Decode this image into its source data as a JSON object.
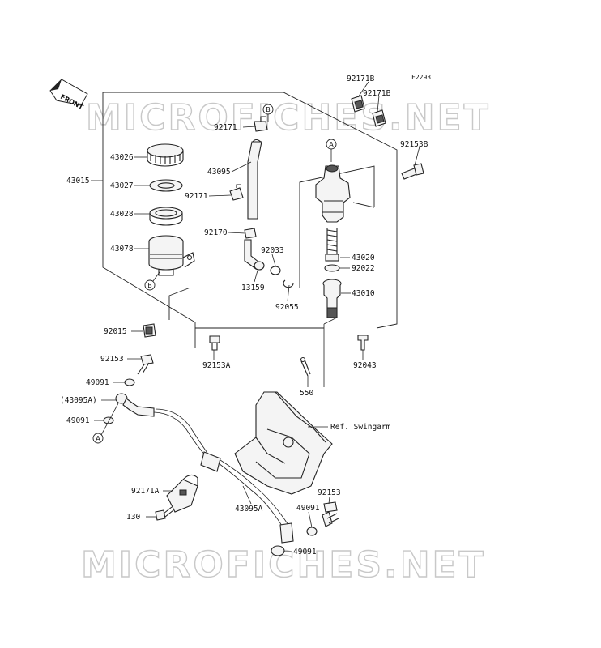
{
  "figure_code": "F2293",
  "front_label": "FRONT",
  "watermark": "MICROFICHES.NET",
  "ref_label": "Ref. Swingarm",
  "callouts": {
    "a": "A",
    "b": "B"
  },
  "parts": [
    {
      "id": "92171B_1",
      "label": "92171B"
    },
    {
      "id": "92171B_2",
      "label": "92171B"
    },
    {
      "id": "92171",
      "label": "92171"
    },
    {
      "id": "92153B",
      "label": "92153B"
    },
    {
      "id": "43026",
      "label": "43026"
    },
    {
      "id": "43095",
      "label": "43095"
    },
    {
      "id": "43015",
      "label": "43015"
    },
    {
      "id": "43027",
      "label": "43027"
    },
    {
      "id": "92171_2",
      "label": "92171"
    },
    {
      "id": "43028",
      "label": "43028"
    },
    {
      "id": "92170",
      "label": "92170"
    },
    {
      "id": "43078",
      "label": "43078"
    },
    {
      "id": "92033",
      "label": "92033"
    },
    {
      "id": "43020",
      "label": "43020"
    },
    {
      "id": "92022",
      "label": "92022"
    },
    {
      "id": "13159",
      "label": "13159"
    },
    {
      "id": "92055",
      "label": "92055"
    },
    {
      "id": "43010",
      "label": "43010"
    },
    {
      "id": "92015",
      "label": "92015"
    },
    {
      "id": "92153A",
      "label": "92153A"
    },
    {
      "id": "92043",
      "label": "92043"
    },
    {
      "id": "92153",
      "label": "92153"
    },
    {
      "id": "49091_1",
      "label": "49091"
    },
    {
      "id": "43095A_paren",
      "label": "(43095A)"
    },
    {
      "id": "49091_2",
      "label": "49091"
    },
    {
      "id": "550",
      "label": "550"
    },
    {
      "id": "92171A",
      "label": "92171A"
    },
    {
      "id": "43095A",
      "label": "43095A"
    },
    {
      "id": "92153_2",
      "label": "92153"
    },
    {
      "id": "130",
      "label": "130"
    },
    {
      "id": "49091_3",
      "label": "49091"
    },
    {
      "id": "49091_4",
      "label": "49091"
    }
  ]
}
